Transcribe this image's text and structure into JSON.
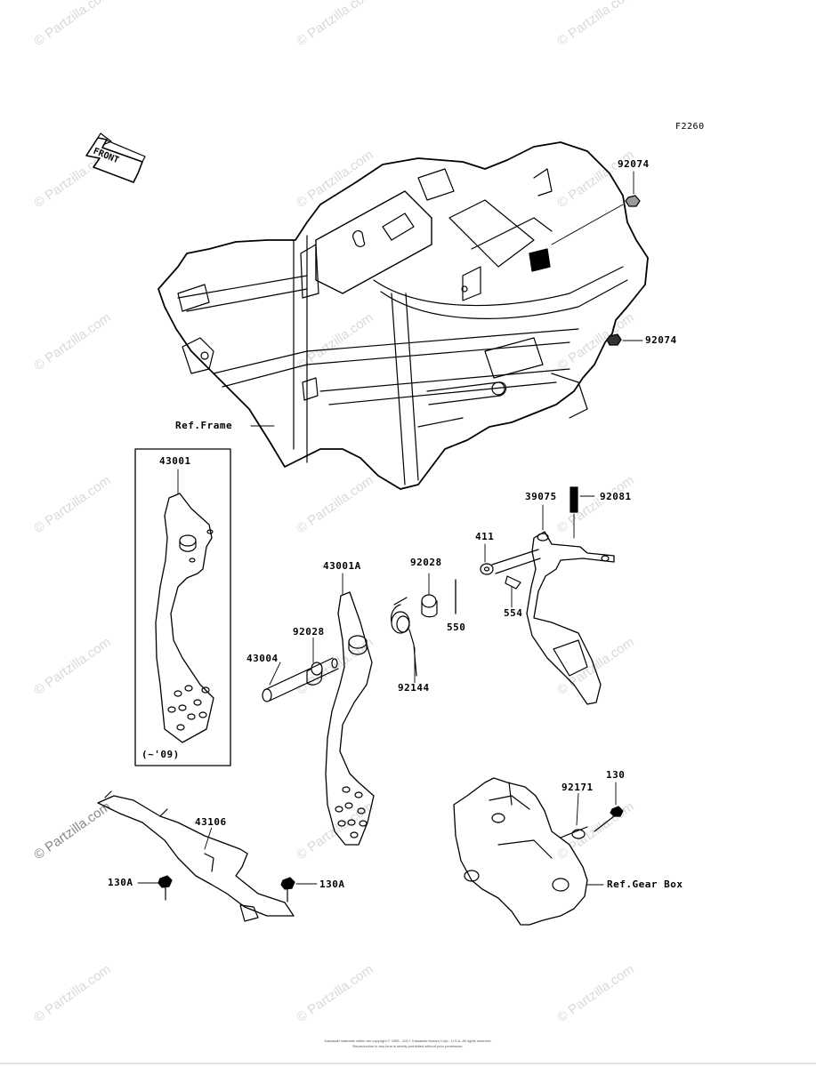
{
  "diagram": {
    "code": "F2260",
    "front_label": "FRONT",
    "series_note": "(~'09)"
  },
  "watermark_text": "© Partzilla.com",
  "callouts": {
    "c_92074_top": "92074",
    "c_92074_mid": "92074",
    "ref_frame": "Ref.Frame",
    "c_43001": "43001",
    "c_39075": "39075",
    "c_92081": "92081",
    "c_411": "411",
    "c_43001a": "43001A",
    "c_92028_a": "92028",
    "c_92028_b": "92028",
    "c_550": "550",
    "c_554": "554",
    "c_43004": "43004",
    "c_92144": "92144",
    "c_130": "130",
    "c_92171": "92171",
    "c_43106": "43106",
    "c_130a_left": "130A",
    "c_130a_right": "130A",
    "ref_gear_box": "Ref.Gear Box"
  },
  "footer": {
    "line1": "Kawasaki materials within are copyright © 1995 - 2017, Kawasaki Motors Corp., U.S.A. All rights reserved.",
    "line2": "Reproduction in any form is strictly prohibited without prior permission."
  }
}
